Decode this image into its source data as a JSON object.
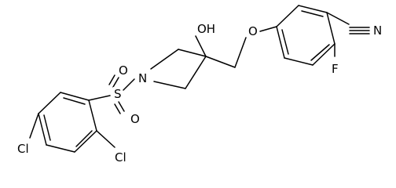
{
  "structure": {
    "atoms": {
      "oh": "OH",
      "ether_o": "O",
      "n": "N",
      "s": "S",
      "so_top": "O",
      "so_bottom": "O",
      "cl_left": "Cl",
      "cl_right": "Cl",
      "f": "F",
      "nitrile_n": "N"
    }
  }
}
